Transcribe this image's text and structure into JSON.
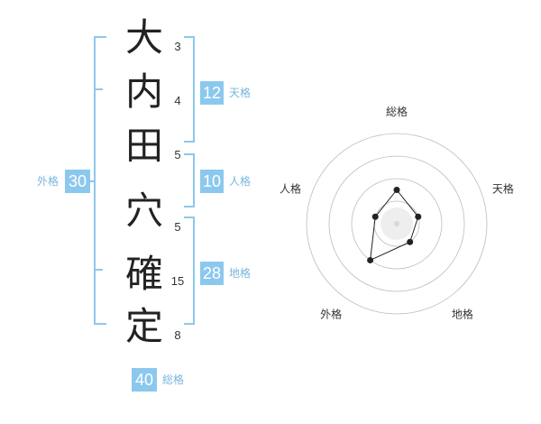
{
  "name": {
    "characters": [
      {
        "char": "大",
        "strokes": "3"
      },
      {
        "char": "内",
        "strokes": "4"
      },
      {
        "char": "田",
        "strokes": "5"
      },
      {
        "char": "穴",
        "strokes": "5"
      },
      {
        "char": "確",
        "strokes": "15"
      },
      {
        "char": "定",
        "strokes": "8"
      }
    ]
  },
  "fortunes": {
    "tenkaku": {
      "value": "12",
      "label": "天格"
    },
    "jinkaku": {
      "value": "10",
      "label": "人格"
    },
    "chikaku": {
      "value": "28",
      "label": "地格"
    },
    "gaikaku": {
      "value": "30",
      "label": "外格"
    },
    "soukaku": {
      "value": "40",
      "label": "総格"
    }
  },
  "colors": {
    "accent": "#8cc8ee",
    "accent_text": "#7ab5dd",
    "radar_ring": "#bdbdbd",
    "radar_line": "#222222"
  },
  "chart_data": {
    "type": "radar",
    "axes": [
      "総格",
      "天格",
      "地格",
      "外格",
      "人格"
    ],
    "levels": 4,
    "range": [
      0,
      4
    ],
    "series": [
      {
        "values": [
          1.5,
          1,
          1,
          2,
          1
        ]
      }
    ]
  }
}
